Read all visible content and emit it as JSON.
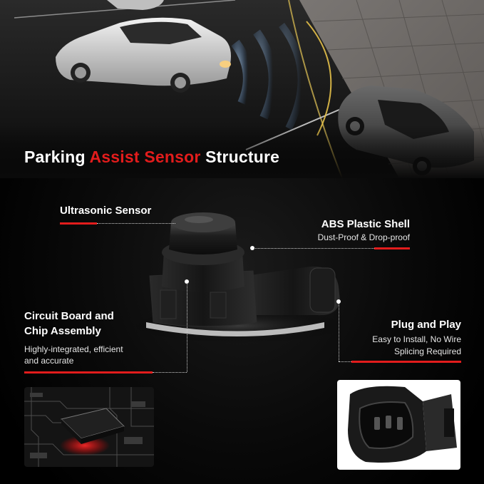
{
  "title": {
    "part1": "Parking ",
    "part2": "Assist Sensor",
    "part3": " Structure"
  },
  "callouts": {
    "ultrasonic": {
      "label": "Ultrasonic Sensor"
    },
    "shell": {
      "label": "ABS Plastic Shell",
      "desc": "Dust-Proof & Drop-proof"
    },
    "circuit": {
      "label_line1": "Circuit Board and",
      "label_line2": "Chip Assembly",
      "desc_line1": "Highly-integrated, efficient",
      "desc_line2": "and accurate"
    },
    "plug": {
      "label": "Plug and Play",
      "desc_line1": "Easy to Install, No Wire",
      "desc_line2": "Splicing Required"
    }
  },
  "colors": {
    "accent": "#e21c1c",
    "background": "#000000",
    "text": "#ffffff"
  }
}
